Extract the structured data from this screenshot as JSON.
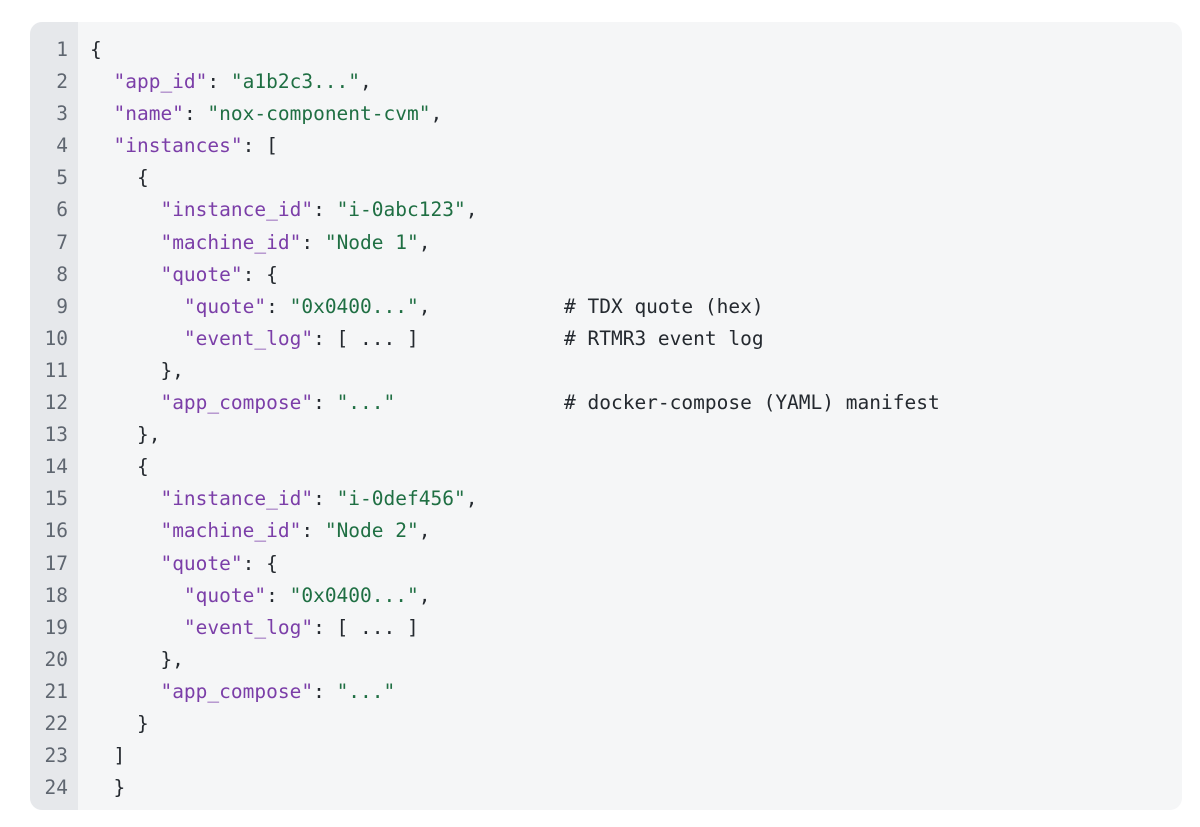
{
  "code": {
    "lines": [
      {
        "n": "1",
        "tokens": [
          {
            "t": "punc",
            "v": "{"
          }
        ]
      },
      {
        "n": "2",
        "tokens": [
          {
            "t": "punc",
            "v": "  "
          },
          {
            "t": "key",
            "v": "\"app_id\""
          },
          {
            "t": "punc",
            "v": ": "
          },
          {
            "t": "str",
            "v": "\"a1b2c3...\""
          },
          {
            "t": "punc",
            "v": ","
          }
        ]
      },
      {
        "n": "3",
        "tokens": [
          {
            "t": "punc",
            "v": "  "
          },
          {
            "t": "key",
            "v": "\"name\""
          },
          {
            "t": "punc",
            "v": ": "
          },
          {
            "t": "str",
            "v": "\"nox-component-cvm\""
          },
          {
            "t": "punc",
            "v": ","
          }
        ]
      },
      {
        "n": "4",
        "tokens": [
          {
            "t": "punc",
            "v": "  "
          },
          {
            "t": "key",
            "v": "\"instances\""
          },
          {
            "t": "punc",
            "v": ": ["
          }
        ]
      },
      {
        "n": "5",
        "tokens": [
          {
            "t": "punc",
            "v": "    {"
          }
        ]
      },
      {
        "n": "6",
        "tokens": [
          {
            "t": "punc",
            "v": "      "
          },
          {
            "t": "key",
            "v": "\"instance_id\""
          },
          {
            "t": "punc",
            "v": ": "
          },
          {
            "t": "str",
            "v": "\"i-0abc123\""
          },
          {
            "t": "punc",
            "v": ","
          }
        ]
      },
      {
        "n": "7",
        "tokens": [
          {
            "t": "punc",
            "v": "      "
          },
          {
            "t": "key",
            "v": "\"machine_id\""
          },
          {
            "t": "punc",
            "v": ": "
          },
          {
            "t": "str",
            "v": "\"Node 1\""
          },
          {
            "t": "punc",
            "v": ","
          }
        ]
      },
      {
        "n": "8",
        "tokens": [
          {
            "t": "punc",
            "v": "      "
          },
          {
            "t": "key",
            "v": "\"quote\""
          },
          {
            "t": "punc",
            "v": ": {"
          }
        ]
      },
      {
        "n": "9",
        "tokens": [
          {
            "t": "punc",
            "v": "        "
          },
          {
            "t": "key",
            "v": "\"quote\""
          },
          {
            "t": "punc",
            "v": ": "
          },
          {
            "t": "str",
            "v": "\"0x0400...\""
          },
          {
            "t": "punc",
            "v": ","
          }
        ],
        "comment": "# TDX quote (hex)"
      },
      {
        "n": "10",
        "tokens": [
          {
            "t": "punc",
            "v": "        "
          },
          {
            "t": "key",
            "v": "\"event_log\""
          },
          {
            "t": "punc",
            "v": ": [ ... ]"
          }
        ],
        "comment": "# RTMR3 event log"
      },
      {
        "n": "11",
        "tokens": [
          {
            "t": "punc",
            "v": "      },"
          }
        ]
      },
      {
        "n": "12",
        "tokens": [
          {
            "t": "punc",
            "v": "      "
          },
          {
            "t": "key",
            "v": "\"app_compose\""
          },
          {
            "t": "punc",
            "v": ": "
          },
          {
            "t": "str",
            "v": "\"...\""
          }
        ],
        "comment": "# docker-compose (YAML) manifest"
      },
      {
        "n": "13",
        "tokens": [
          {
            "t": "punc",
            "v": "    },"
          }
        ]
      },
      {
        "n": "14",
        "tokens": [
          {
            "t": "punc",
            "v": "    {"
          }
        ]
      },
      {
        "n": "15",
        "tokens": [
          {
            "t": "punc",
            "v": "      "
          },
          {
            "t": "key",
            "v": "\"instance_id\""
          },
          {
            "t": "punc",
            "v": ": "
          },
          {
            "t": "str",
            "v": "\"i-0def456\""
          },
          {
            "t": "punc",
            "v": ","
          }
        ]
      },
      {
        "n": "16",
        "tokens": [
          {
            "t": "punc",
            "v": "      "
          },
          {
            "t": "key",
            "v": "\"machine_id\""
          },
          {
            "t": "punc",
            "v": ": "
          },
          {
            "t": "str",
            "v": "\"Node 2\""
          },
          {
            "t": "punc",
            "v": ","
          }
        ]
      },
      {
        "n": "17",
        "tokens": [
          {
            "t": "punc",
            "v": "      "
          },
          {
            "t": "key",
            "v": "\"quote\""
          },
          {
            "t": "punc",
            "v": ": {"
          }
        ]
      },
      {
        "n": "18",
        "tokens": [
          {
            "t": "punc",
            "v": "        "
          },
          {
            "t": "key",
            "v": "\"quote\""
          },
          {
            "t": "punc",
            "v": ": "
          },
          {
            "t": "str",
            "v": "\"0x0400...\""
          },
          {
            "t": "punc",
            "v": ","
          }
        ]
      },
      {
        "n": "19",
        "tokens": [
          {
            "t": "punc",
            "v": "        "
          },
          {
            "t": "key",
            "v": "\"event_log\""
          },
          {
            "t": "punc",
            "v": ": [ ... ]"
          }
        ]
      },
      {
        "n": "20",
        "tokens": [
          {
            "t": "punc",
            "v": "      },"
          }
        ]
      },
      {
        "n": "21",
        "tokens": [
          {
            "t": "punc",
            "v": "      "
          },
          {
            "t": "key",
            "v": "\"app_compose\""
          },
          {
            "t": "punc",
            "v": ": "
          },
          {
            "t": "str",
            "v": "\"...\""
          }
        ]
      },
      {
        "n": "22",
        "tokens": [
          {
            "t": "punc",
            "v": "    }"
          }
        ]
      },
      {
        "n": "23",
        "tokens": [
          {
            "t": "punc",
            "v": "  ]"
          }
        ]
      },
      {
        "n": "24",
        "tokens": [
          {
            "t": "punc",
            "v": "  }"
          }
        ]
      }
    ]
  }
}
